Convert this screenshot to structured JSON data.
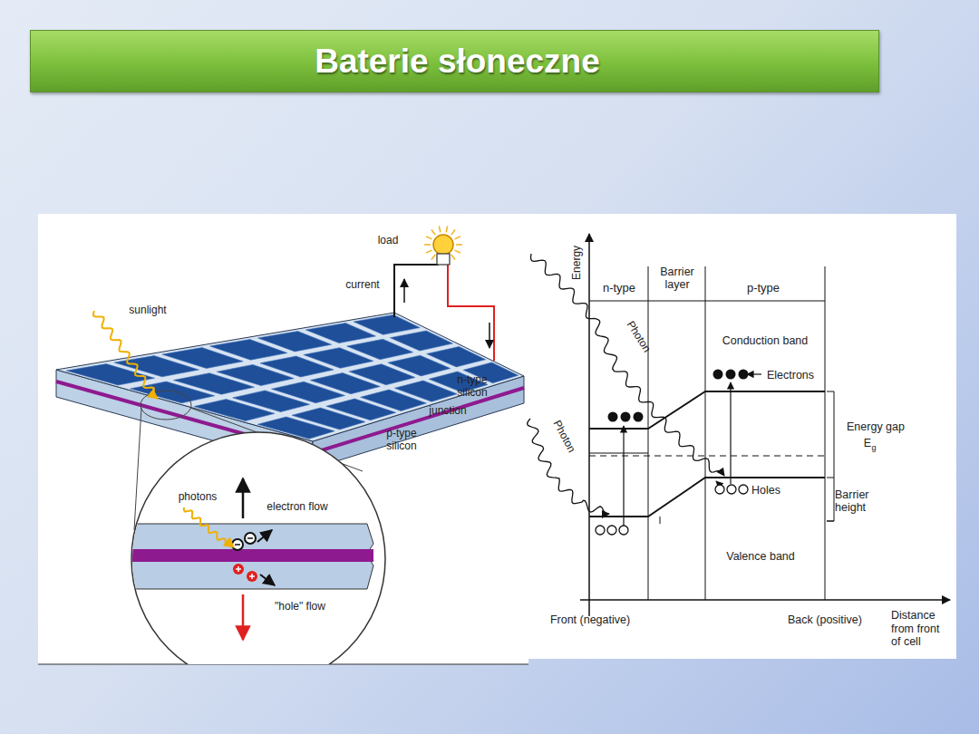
{
  "diagram": {
    "title": "Baterie słoneczne",
    "labels": [
      "load",
      "current",
      "sunlight",
      "n-type silicon",
      "junction",
      "p-type silicon",
      "photons",
      "electron flow",
      "\"hole\" flow",
      "Energy",
      "n-type",
      "Barrier layer",
      "p-type",
      "Photon",
      "Photon",
      "Conduction band",
      "Electrons",
      "Energy gap",
      "E",
      "g",
      "Holes",
      "Barrier height",
      "Valence band",
      "Front (negative)",
      "Back (positive)",
      "Distance from front of cell"
    ]
  }
}
